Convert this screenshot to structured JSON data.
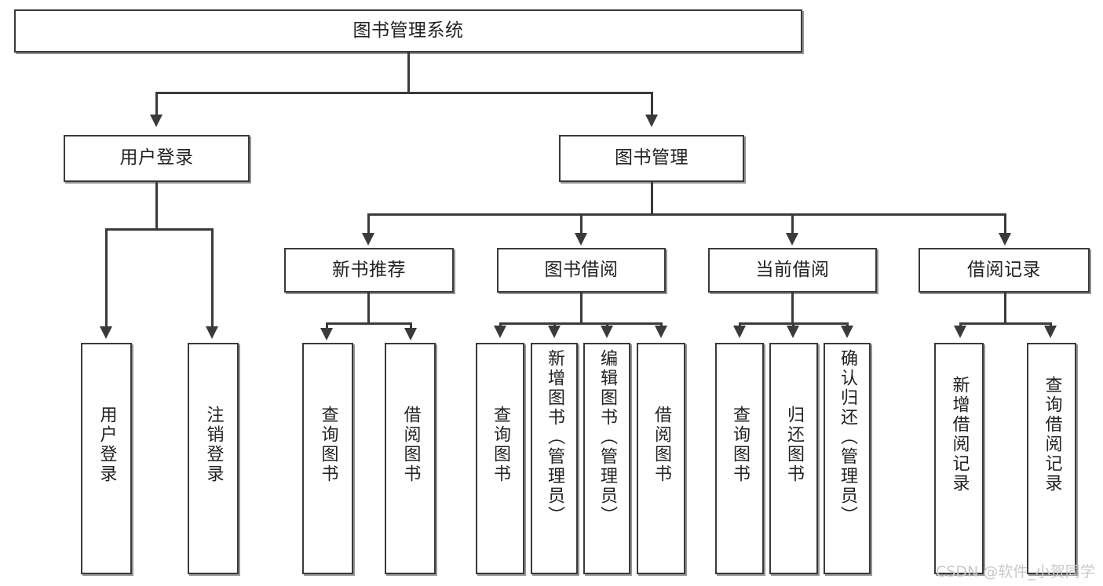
{
  "diagram": {
    "title": "图书管理系统",
    "type": "tree-hierarchy",
    "root": {
      "id": "root",
      "label": "图书管理系统"
    },
    "level1": [
      {
        "id": "user-login",
        "label": "用户登录"
      },
      {
        "id": "book-manage",
        "label": "图书管理"
      }
    ],
    "level2": [
      {
        "id": "new-book-recommend",
        "label": "新书推荐",
        "parent": "book-manage"
      },
      {
        "id": "book-borrow",
        "label": "图书借阅",
        "parent": "book-manage"
      },
      {
        "id": "current-borrow",
        "label": "当前借阅",
        "parent": "book-manage"
      },
      {
        "id": "borrow-record",
        "label": "借阅记录",
        "parent": "book-manage"
      }
    ],
    "leaves": [
      {
        "id": "leaf-user-login",
        "label": "用户登录",
        "parent": "user-login"
      },
      {
        "id": "leaf-user-logout",
        "label": "注销登录",
        "parent": "user-login"
      },
      {
        "id": "leaf-query-book-1",
        "label": "查询图书",
        "parent": "new-book-recommend"
      },
      {
        "id": "leaf-borrow-book-1",
        "label": "借阅图书",
        "parent": "new-book-recommend"
      },
      {
        "id": "leaf-query-book-2",
        "label": "查询图书",
        "parent": "book-borrow"
      },
      {
        "id": "leaf-add-book",
        "label": "新增图书（管理员）",
        "parent": "book-borrow"
      },
      {
        "id": "leaf-edit-book",
        "label": "编辑图书（管理员）",
        "parent": "book-borrow"
      },
      {
        "id": "leaf-borrow-book-2",
        "label": "借阅图书",
        "parent": "book-borrow"
      },
      {
        "id": "leaf-query-book-3",
        "label": "查询图书",
        "parent": "current-borrow"
      },
      {
        "id": "leaf-return-book",
        "label": "归还图书",
        "parent": "current-borrow"
      },
      {
        "id": "leaf-confirm-return",
        "label": "确认归还（管理员）",
        "parent": "current-borrow"
      },
      {
        "id": "leaf-add-record",
        "label": "新增借阅记录",
        "parent": "borrow-record"
      },
      {
        "id": "leaf-query-record",
        "label": "查询借阅记录",
        "parent": "borrow-record"
      }
    ]
  },
  "watermark": {
    "text": "CSDN @软件_小贺同学"
  },
  "colors": {
    "stroke": "#3a3a3a",
    "background": "#ffffff",
    "text": "#222222",
    "watermark": "#c9c9c9"
  }
}
